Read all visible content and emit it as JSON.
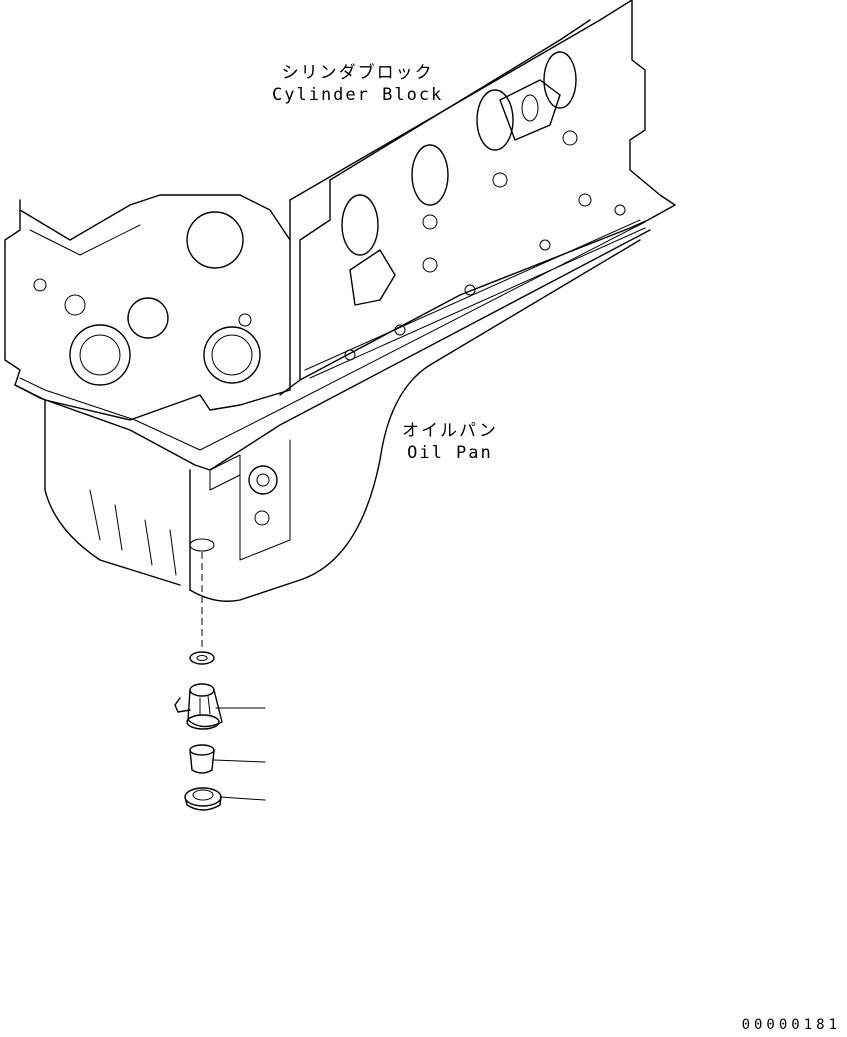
{
  "labels": {
    "cylinder_block_jp": "シリンダブロック",
    "cylinder_block_en": "Cylinder Block",
    "oil_pan_jp": "オイルパン",
    "oil_pan_en": "Oil Pan"
  },
  "serial": "00000181"
}
